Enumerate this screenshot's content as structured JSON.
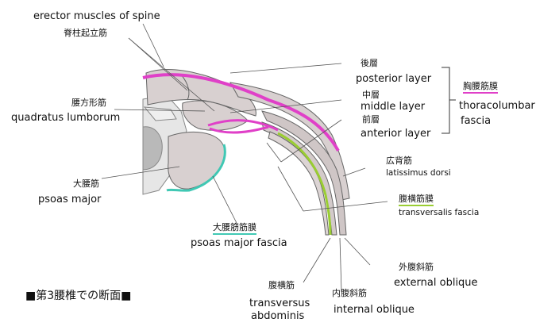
{
  "labels": {
    "erector_en": "erector muscles of spine",
    "erector_jp": "脊柱起立筋",
    "quadratus_jp": "腰方形筋",
    "quadratus_en": "quadratus lumborum",
    "psoas_jp": "大腰筋",
    "psoas_en": "psoas major",
    "psoas_fascia_jp": "大腰筋筋膜",
    "psoas_fascia_en": "psoas major fascia",
    "posterior_jp": "後層",
    "posterior_en": "posterior layer",
    "middle_jp": "中層",
    "middle_en": "middle layer",
    "anterior_jp": "前層",
    "anterior_en": "anterior layer",
    "tlf_jp": "胸腰筋膜",
    "tlf_en_1": "thoracolumbar",
    "tlf_en_2": "fascia",
    "latissimus_jp": "広背筋",
    "latissimus_en": "latissimus dorsi",
    "transversalis_jp": "腹横筋膜",
    "transversalis_en": "transversalis fascia",
    "external_jp": "外腹斜筋",
    "external_en": "external oblique",
    "internal_jp": "内腹斜筋",
    "internal_en": "internal oblique",
    "transversus_jp": "腹横筋",
    "transversus_en_1": "transversus",
    "transversus_en_2": "abdominis",
    "caption": "■第3腰椎での断面■"
  },
  "colors": {
    "muscle": "#d8d0d0",
    "muscle_dark": "#a9a0a0",
    "bone": "#e6e6e6",
    "vertebral_body": "#b9b9b9",
    "thoracolumbar_fascia": "#e040c8",
    "transversalis_fascia": "#9acd32",
    "psoas_fascia": "#40c8b4",
    "outline": "#444444"
  }
}
